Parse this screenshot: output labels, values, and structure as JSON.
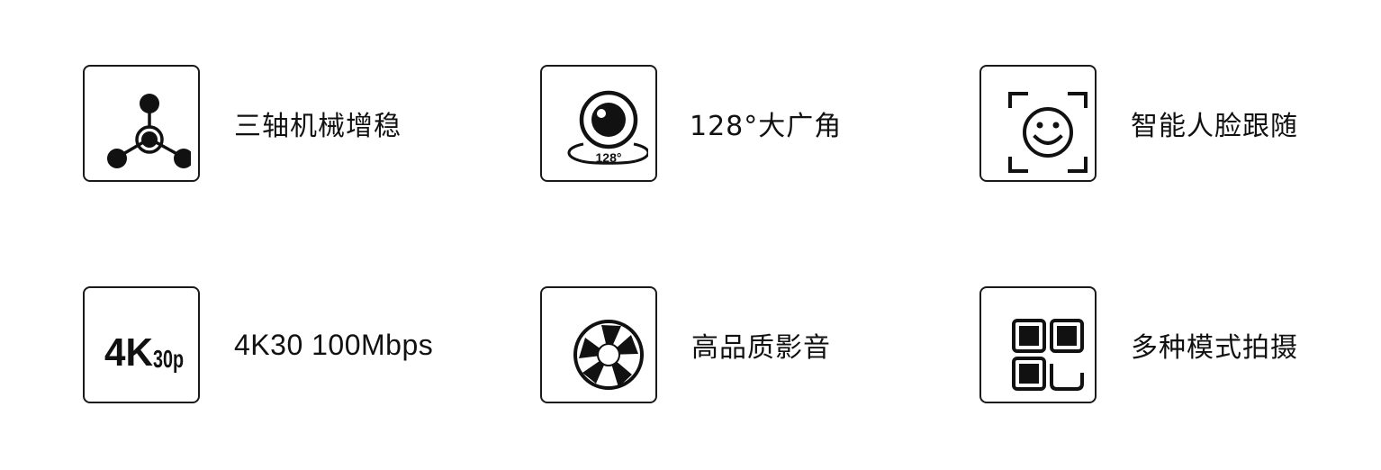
{
  "features": [
    {
      "icon": "gimbal-stabilizer-icon",
      "label": "三轴机械增稳"
    },
    {
      "icon": "wide-angle-camera-icon",
      "label": "128°大广角",
      "icon_text": "128°"
    },
    {
      "icon": "face-tracking-icon",
      "label": "智能人脸跟随"
    },
    {
      "icon": "4k30p-badge-icon",
      "label": "4K30 100Mbps",
      "icon_text_main": "4K",
      "icon_text_sub": "30p"
    },
    {
      "icon": "aperture-icon",
      "label": "高品质影音"
    },
    {
      "icon": "multi-mode-grid-icon",
      "label": "多种模式拍摄"
    }
  ],
  "colors": {
    "background": "#ffffff",
    "stroke": "#1a1a1a",
    "text": "#111111"
  }
}
